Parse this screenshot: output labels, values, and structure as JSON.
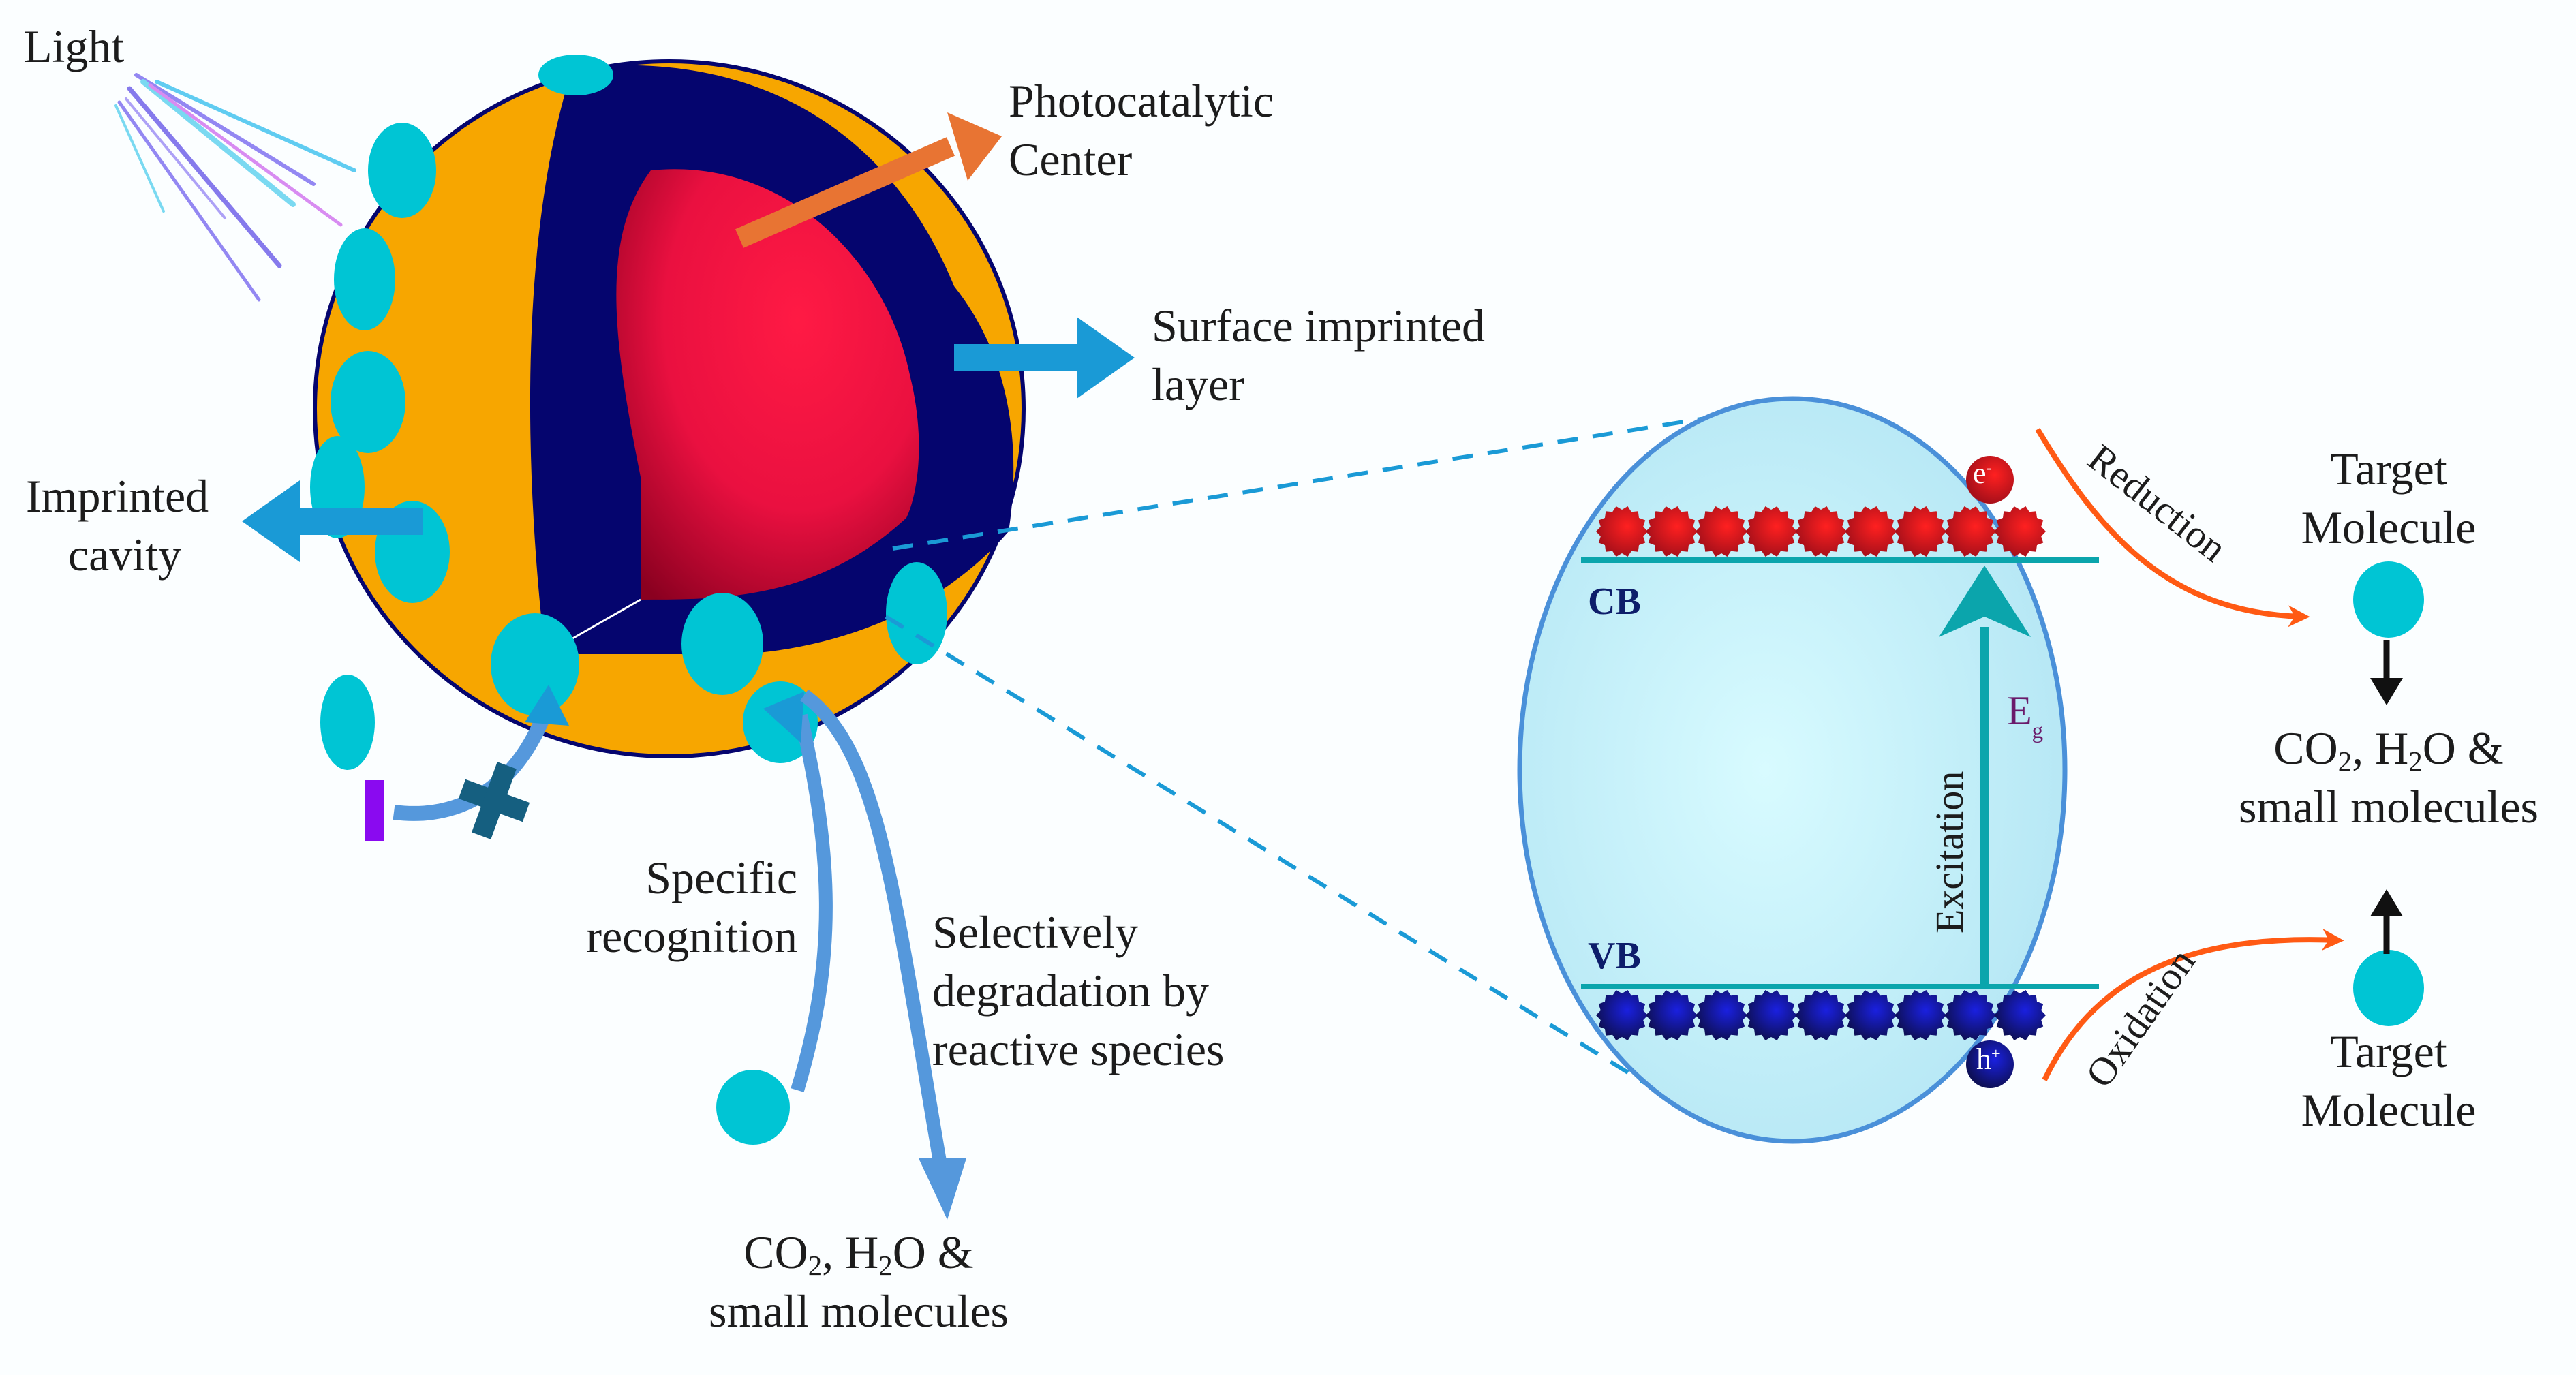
{
  "labels": {
    "light": "Light",
    "photocatalytic_center_line1": "Photocatalytic",
    "photocatalytic_center_line2": "Center",
    "surface_layer_line1": "Surface imprinted",
    "surface_layer_line2": "layer",
    "imprinted_cavity_line1": "Imprinted",
    "imprinted_cavity_line2": "cavity",
    "specific_recognition_line1": "Specific",
    "specific_recognition_line2": "recognition",
    "selective_line1": "Selectively",
    "selective_line2": "degradation by",
    "selective_line3": "reactive species",
    "products_left_part1": "CO",
    "products_left_sub1": "2",
    "products_left_part2": ", H",
    "products_left_sub2": "2",
    "products_left_part3": "O &",
    "products_left_line2": "small molecules",
    "cb": "CB",
    "vb": "VB",
    "electron": "e",
    "electron_sup": "-",
    "hole": "h",
    "hole_sup": "+",
    "eg": "E",
    "eg_sub": "g",
    "excitation": "Excitation",
    "reduction": "Reduction",
    "oxidation": "Oxidation",
    "target_top_line1": "Target",
    "target_top_line2": "Molecule",
    "target_bottom_line1": "Target",
    "target_bottom_line2": "Molecule",
    "products_right_part1": "CO",
    "products_right_sub1": "2",
    "products_right_part2": ", H",
    "products_right_sub2": "2",
    "products_right_part3": "O &",
    "products_right_line2": "small molecules"
  },
  "colors": {
    "shell": "#f7a600",
    "inner_layer": "#05056e",
    "core": "#ee1140",
    "cavity": "#00c5d4",
    "arrow_blue": "#1a9ad6",
    "pathway_blue": "#5598dc",
    "orange_arrow": "#e87433",
    "redox_arrow": "#ff5a14",
    "band_line": "#0ba5ac",
    "electron": "#cc1020",
    "hole": "#121470",
    "ellipse_fill": "#c8f2fa",
    "ellipse_stroke": "#4a90d9",
    "eg_color": "#6a1a6a",
    "interferent": "#8a0af0",
    "blocked_cross": "#155f80"
  },
  "band_particles": {
    "cb_count": 9,
    "vb_count": 9
  }
}
